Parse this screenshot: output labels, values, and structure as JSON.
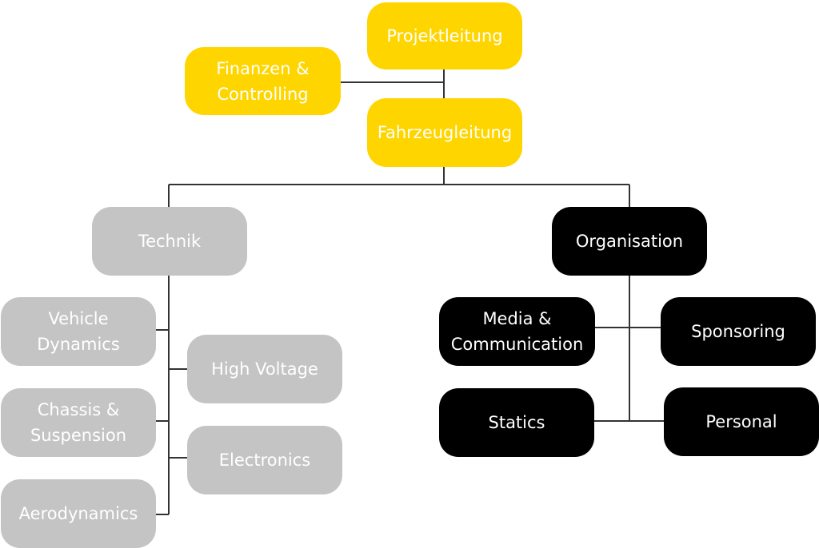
{
  "colors": {
    "management": "#ffd500",
    "technik": "#c4c4c4",
    "organisation": "#000000",
    "connector": "#333333",
    "text": "#ffffff"
  },
  "management": {
    "projektleitung": "Projektleitung",
    "finanzen": "Finanzen &\nControlling",
    "fahrzeugleitung": "Fahrzeugleitung"
  },
  "technik": {
    "label": "Technik",
    "vehicle_dynamics": "Vehicle\nDynamics",
    "chassis": "Chassis &\nSuspension",
    "aerodynamics": "Aerodynamics",
    "high_voltage": "High Voltage",
    "electronics": "Electronics"
  },
  "organisation": {
    "label": "Organisation",
    "media": "Media &\nCommunication",
    "sponsoring": "Sponsoring",
    "statics": "Statics",
    "personal": "Personal"
  }
}
